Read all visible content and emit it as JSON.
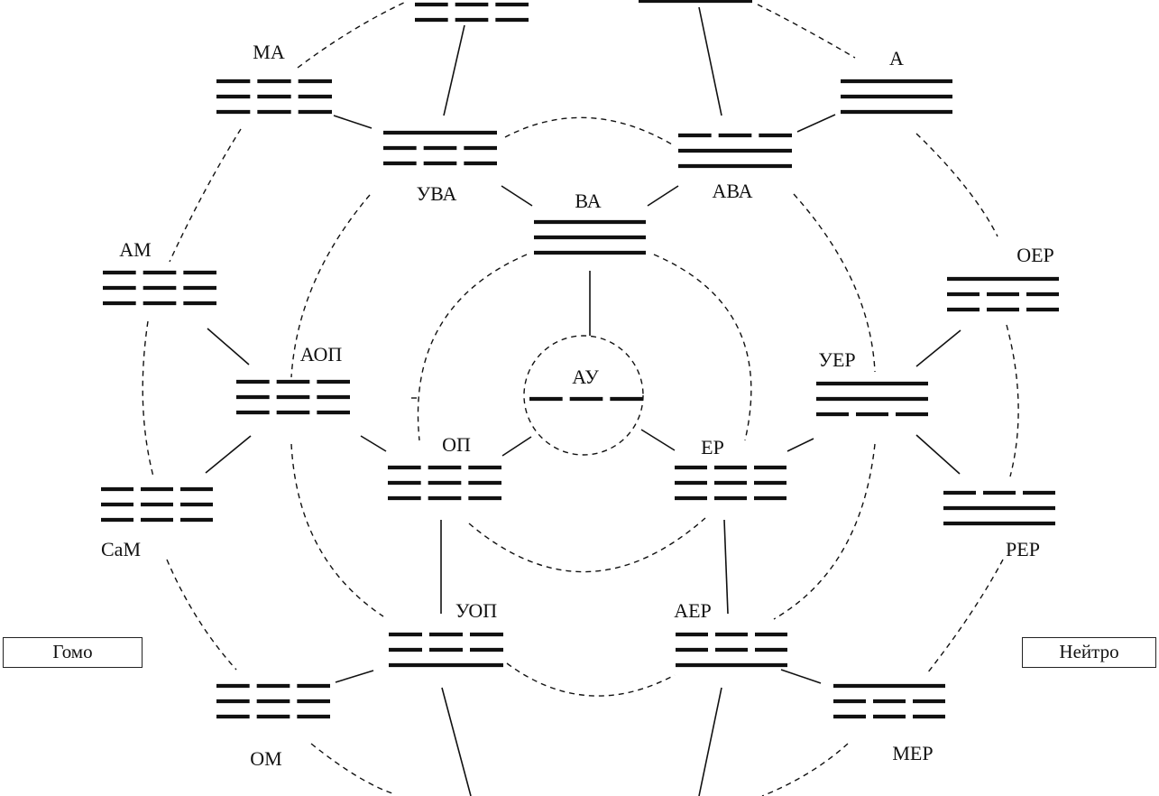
{
  "side_labels": {
    "homo": "Гомо",
    "neutro": "Нейтро"
  },
  "nodes": [
    {
      "id": "top-left",
      "label": "",
      "lines": [
        "yin",
        "yin",
        "yin"
      ]
    },
    {
      "id": "top-right",
      "label": "",
      "lines": [
        "yang"
      ]
    },
    {
      "id": "MA",
      "label": "МА",
      "lines": [
        "yin",
        "yin",
        "yin"
      ]
    },
    {
      "id": "A",
      "label": "А",
      "lines": [
        "yang",
        "yang",
        "yang"
      ]
    },
    {
      "id": "UVA",
      "label": "УВА",
      "lines": [
        "yang",
        "yin",
        "yin"
      ]
    },
    {
      "id": "AVA",
      "label": "АВА",
      "lines": [
        "yin",
        "yang",
        "yang"
      ]
    },
    {
      "id": "VA",
      "label": "ВА",
      "lines": [
        "yang",
        "yang",
        "yang"
      ]
    },
    {
      "id": "AM",
      "label": "АМ",
      "lines": [
        "yin",
        "yin",
        "yin"
      ]
    },
    {
      "id": "OER",
      "label": "ОЕР",
      "lines": [
        "yang",
        "yin",
        "yin"
      ]
    },
    {
      "id": "AOP",
      "label": "АОП",
      "lines": [
        "yin",
        "yin",
        "yin"
      ]
    },
    {
      "id": "UER",
      "label": "УЕР",
      "lines": [
        "yang",
        "yang",
        "yin"
      ]
    },
    {
      "id": "AU",
      "label": "АУ",
      "lines": [
        "yin"
      ]
    },
    {
      "id": "OP",
      "label": "ОП",
      "lines": [
        "yin",
        "yin",
        "yin"
      ]
    },
    {
      "id": "ER",
      "label": "ЕР",
      "lines": [
        "yin",
        "yin",
        "yin"
      ]
    },
    {
      "id": "SaM",
      "label": "СаМ",
      "lines": [
        "yin",
        "yin",
        "yin"
      ]
    },
    {
      "id": "RER",
      "label": "РЕР",
      "lines": [
        "yin",
        "yang",
        "yang"
      ]
    },
    {
      "id": "UOP",
      "label": "УОП",
      "lines": [
        "yin",
        "yin",
        "yang"
      ]
    },
    {
      "id": "AER",
      "label": "АЕР",
      "lines": [
        "yin",
        "yin",
        "yang"
      ]
    },
    {
      "id": "OM",
      "label": "ОМ",
      "lines": [
        "yin",
        "yin",
        "yin"
      ]
    },
    {
      "id": "MER",
      "label": "МЕР",
      "lines": [
        "yang",
        "yin",
        "yin"
      ]
    }
  ]
}
